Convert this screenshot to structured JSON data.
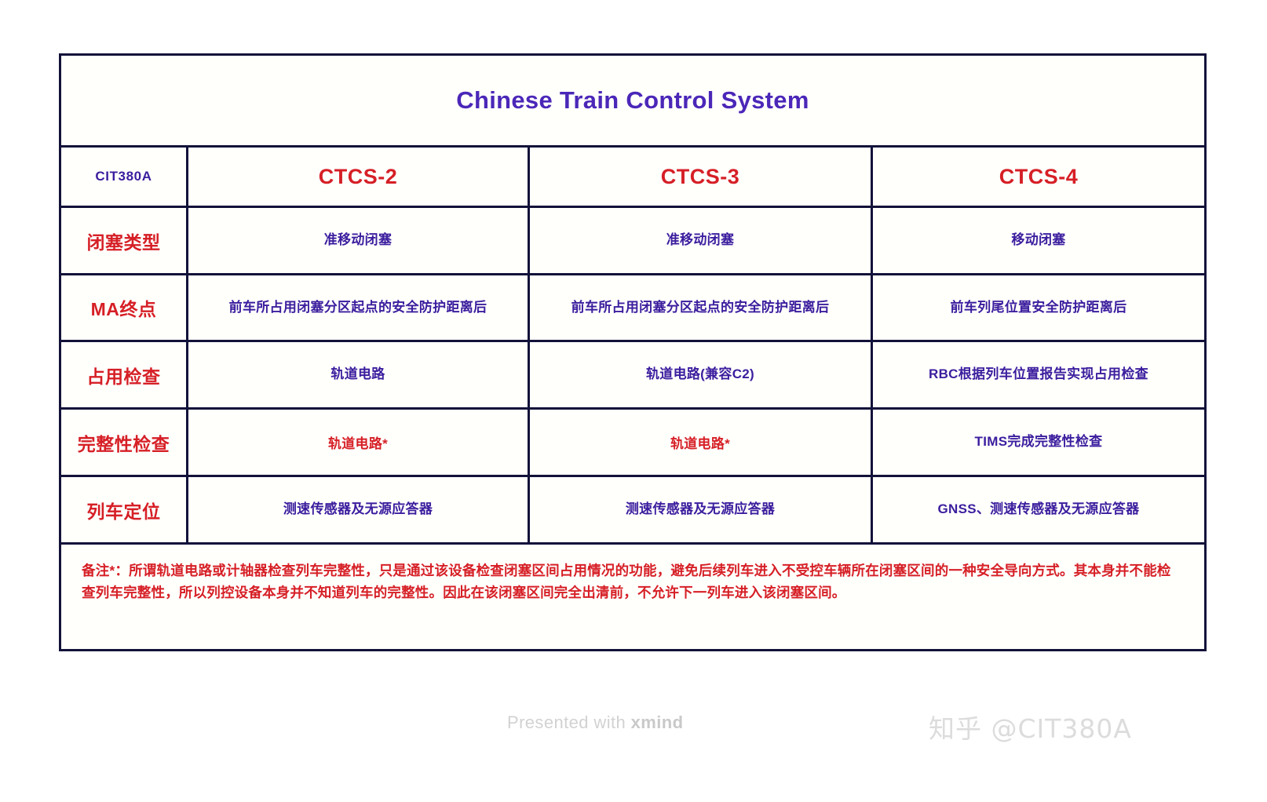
{
  "table": {
    "title": "Chinese Train Control System",
    "brand_label": "CIT380A",
    "columns": [
      "CTCS-2",
      "CTCS-3",
      "CTCS-4"
    ],
    "rows": [
      {
        "label": "闭塞类型",
        "values": [
          "准移动闭塞",
          "准移动闭塞",
          "移动闭塞"
        ]
      },
      {
        "label": "MA终点",
        "values": [
          "前车所占用闭塞分区起点的安全防护距离后",
          "前车所占用闭塞分区起点的安全防护距离后",
          "前车列尾位置安全防护距离后"
        ]
      },
      {
        "label": "占用检查",
        "values": [
          "轨道电路",
          "轨道电路(兼容C2)",
          "RBC根据列车位置报告实现占用检查"
        ]
      },
      {
        "label": "完整性检查",
        "values": [
          "轨道电路*",
          "轨道电路*",
          "TIMS完成完整性检查"
        ]
      },
      {
        "label": "列车定位",
        "values": [
          "测速传感器及无源应答器",
          "测速传感器及无源应答器",
          "GNSS、测速传感器及无源应答器"
        ]
      }
    ],
    "footnote": "备注*：所谓轨道电路或计轴器检查列车完整性，只是通过该设备检查闭塞区间占用情况的功能，避免后续列车进入不受控车辆所在闭塞区间的一种安全导向方式。其本身并不能检查列车完整性，所以列控设备本身并不知道列车的完整性。因此在该闭塞区间完全出清前，不允许下一列车进入该闭塞区间。"
  },
  "watermarks": {
    "xmind_prefix": "Presented with ",
    "xmind_brand": "xmind",
    "zhihu": "知乎 @CIT380A"
  },
  "colors": {
    "title_purple": "#4B27B8",
    "value_purple": "#3B1D9E",
    "accent_red": "#D61F26",
    "border": "#12123a"
  }
}
